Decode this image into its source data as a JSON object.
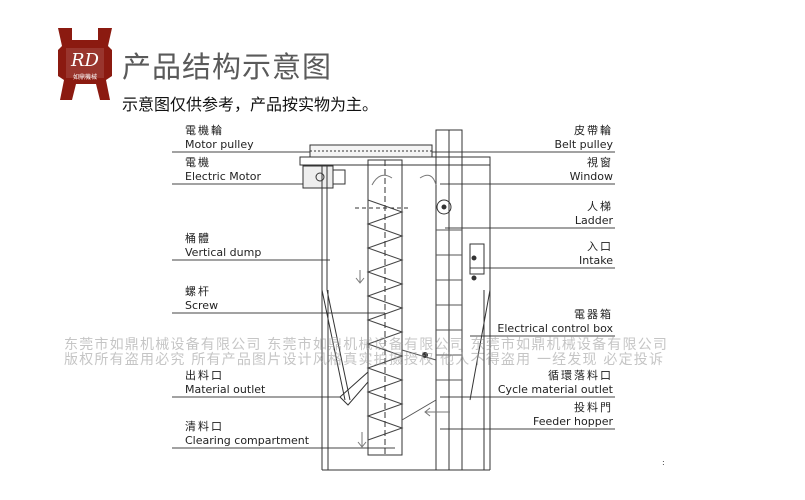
{
  "logo": {
    "monogram": "RD",
    "caption": "如鼎機械",
    "color": "#8b1a10"
  },
  "header": {
    "title": "产品结构示意图",
    "subtitle": "示意图仅供参考，产品按实物为主。"
  },
  "labels_left": [
    {
      "zh": "電機輪",
      "en": "Motor pulley"
    },
    {
      "zh": "電機",
      "en": "Electric Motor"
    },
    {
      "zh": "桶體",
      "en": "Vertical dump"
    },
    {
      "zh": "螺杆",
      "en": "Screw"
    },
    {
      "zh": "出料口",
      "en": "Material outlet"
    },
    {
      "zh": "清料口",
      "en": "Clearing compartment"
    }
  ],
  "labels_right": [
    {
      "zh": "皮帶輪",
      "en": "Belt pulley"
    },
    {
      "zh": "視窗",
      "en": "Window"
    },
    {
      "zh": "人梯",
      "en": "Ladder"
    },
    {
      "zh": "入口",
      "en": "Intake"
    },
    {
      "zh": "電器箱",
      "en": "Electrical control box"
    },
    {
      "zh": "循環落料口",
      "en": "Cycle material outlet"
    },
    {
      "zh": "投料門",
      "en": "Feeder hopper"
    }
  ],
  "watermark": {
    "line1": "东莞市如鼎机械设备有限公司 东莞市如鼎机械设备有限公司 东莞市如鼎机械设备有限公司",
    "line2": "版权所有盗用必究 所有产品图片设计风格真实拍摄授权 他人不得盗用 一经发现 必定投诉"
  }
}
